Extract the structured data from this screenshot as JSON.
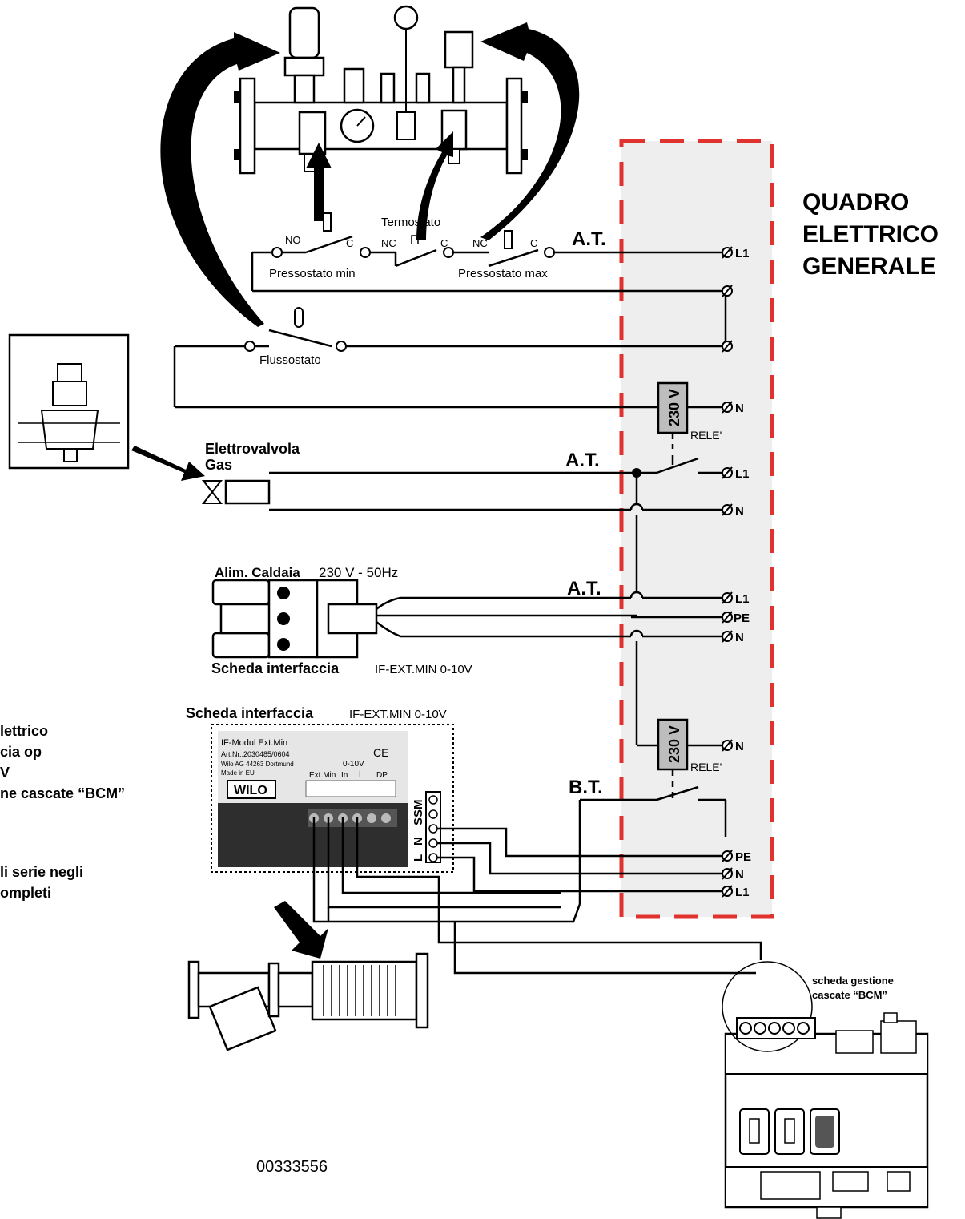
{
  "panel": {
    "title_lines": [
      "QUADRO",
      "ELETTRICO",
      "GENERALE"
    ],
    "border_color": "#e0322e",
    "fill_color": "#eeeeee"
  },
  "labels": {
    "at": "A.T.",
    "bt": "B.T.",
    "termostato": "Termostato",
    "pressostato_min": "Pressostato min",
    "pressostato_max": "Pressostato max",
    "flussostato": "Flussostato",
    "no": "NO",
    "nc": "NC",
    "c": "C",
    "elettrovalvola_line1": "Elettrovalvola",
    "elettrovalvola_line2": "Gas",
    "alim_caldaia": "Alim. Caldaia",
    "alim_voltage": "230 V - 50Hz",
    "scheda_interfaccia": "Scheda interfaccia",
    "if_model": "IF-EXT.MIN 0-10V",
    "relay_voltage": "230 V",
    "relay_label": "RELE'",
    "ssm": "SSM",
    "l_label": "L",
    "n_label": "N",
    "bcm_line1": "scheda gestione",
    "bcm_line2": "cascate “BCM”",
    "code": "00333556"
  },
  "terminals": {
    "l1": "L1",
    "n": "N",
    "pe": "PE"
  },
  "left_notes": [
    "lettrico",
    "cia op",
    "V",
    "ne cascate “BCM”",
    "",
    "li serie negli",
    "ompleti"
  ],
  "wilo_module": {
    "title": "IF-Modul Ext.Min",
    "art": "Art.Nr.:2030485/0604",
    "maker": "Wilo AG 44263 Dortmund",
    "made_in": "Made in EU",
    "brand": "WILO",
    "scale": "0-10V",
    "ext_min": "Ext.Min",
    "in": "In",
    "ground": "⊥",
    "dp": "DP",
    "ce": "CE"
  }
}
